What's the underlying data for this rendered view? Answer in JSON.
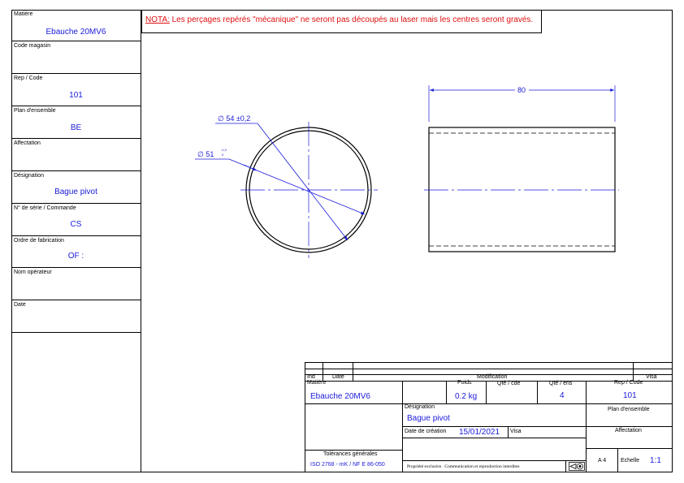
{
  "left_column": [
    {
      "label": "Matière",
      "value": "Ebauche 20MV6"
    },
    {
      "label": "Code magasin",
      "value": ""
    },
    {
      "label": "Rep / Code",
      "value": "101"
    },
    {
      "label": "Plan d'ensemble",
      "value": "BE"
    },
    {
      "label": "Affectation",
      "value": ""
    },
    {
      "label": "Désignation",
      "value": "Bague pivot"
    },
    {
      "label": "N° de série / Commande",
      "value": "CS"
    },
    {
      "label": "Ordre de fabrication",
      "value": "OF :"
    },
    {
      "label": "Nom opérateur",
      "value": ""
    },
    {
      "label": "Date",
      "value": ""
    }
  ],
  "nota": {
    "prefix": "NOTA:",
    "text": " Les perçages repérés \"mécanique\" ne seront pas découpés au laser mais les centres seront gravés."
  },
  "drawing": {
    "dim_outer": "∅ 54 ±0,2",
    "dim_inner": "∅ 51",
    "dim_inner_tol_upper": "-0,3",
    "dim_inner_tol_lower": "0",
    "dim_length": "80"
  },
  "title_block": {
    "headers": {
      "ind": "Ind",
      "date": "Date",
      "modification": "Modification",
      "visa": "Visa",
      "matiere": "Matière",
      "poids": "Poids",
      "qte_cde": "Qté / cde",
      "qte_ens": "Qté / ens",
      "rep_code": "Rep / Code",
      "designation": "Désignation",
      "plan_ensemble": "Plan d'ensemble",
      "date_creation": "Date de création",
      "visa2": "Visa",
      "affectation": "Affectation",
      "tolerances": "Tolérances générales",
      "format": "A 4",
      "echelle": "Echelle"
    },
    "values": {
      "matiere": "Ebauche 20MV6",
      "poids": "0.2 kg",
      "qte_ens": "4",
      "rep_code": "101",
      "designation": "Bague pivot",
      "date_creation": "15/01/2021",
      "tolerances": "ISO 2768 - mK / NF E 86-050",
      "echelle": "1:1"
    },
    "property_notice": "Propriété exclusive . Communication et reproduction interdites"
  },
  "colors": {
    "accent": "#1a1adc",
    "nota": "#e01010"
  }
}
